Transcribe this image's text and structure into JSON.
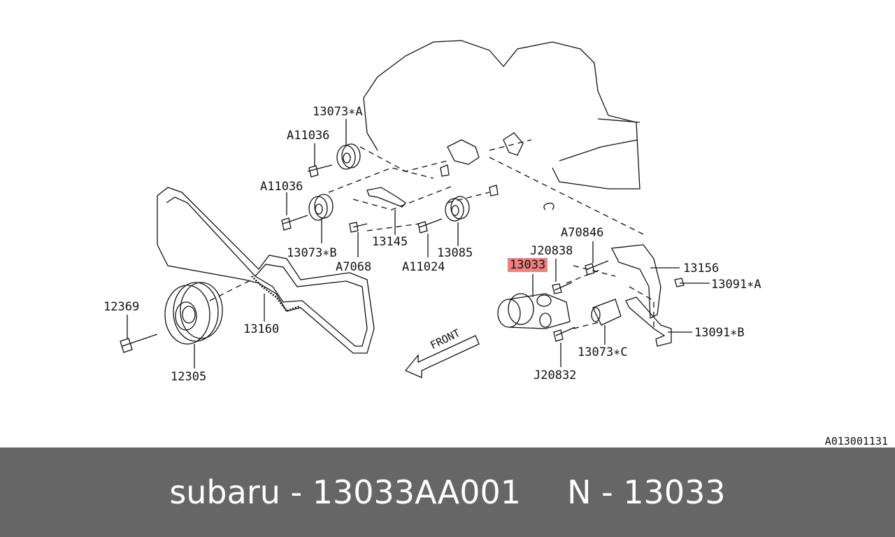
{
  "labels": {
    "l13073a": "13073∗A",
    "la11036_1": "A11036",
    "la11036_2": "A11036",
    "l13073b": "13073∗B",
    "l13145": "13145",
    "l13085": "13085",
    "la7068": "A7068",
    "la11024": "A11024",
    "la70846": "A70846",
    "lj20838": "J20838",
    "l13033": "13033",
    "l13156": "13156",
    "l13091a": "13091∗A",
    "l13091b": "13091∗B",
    "l13073c": "13073∗C",
    "lj20832": "J20832",
    "l12369": "12369",
    "l12305": "12305",
    "l13160": "13160",
    "front": "FRONT"
  },
  "reference_code": "A013001131",
  "footer": {
    "brand_part": "subaru - 13033AA001",
    "number": "N - 13033"
  },
  "colors": {
    "highlight": "#f08080",
    "footer_bg": "#666666",
    "footer_text": "#ffffff"
  }
}
